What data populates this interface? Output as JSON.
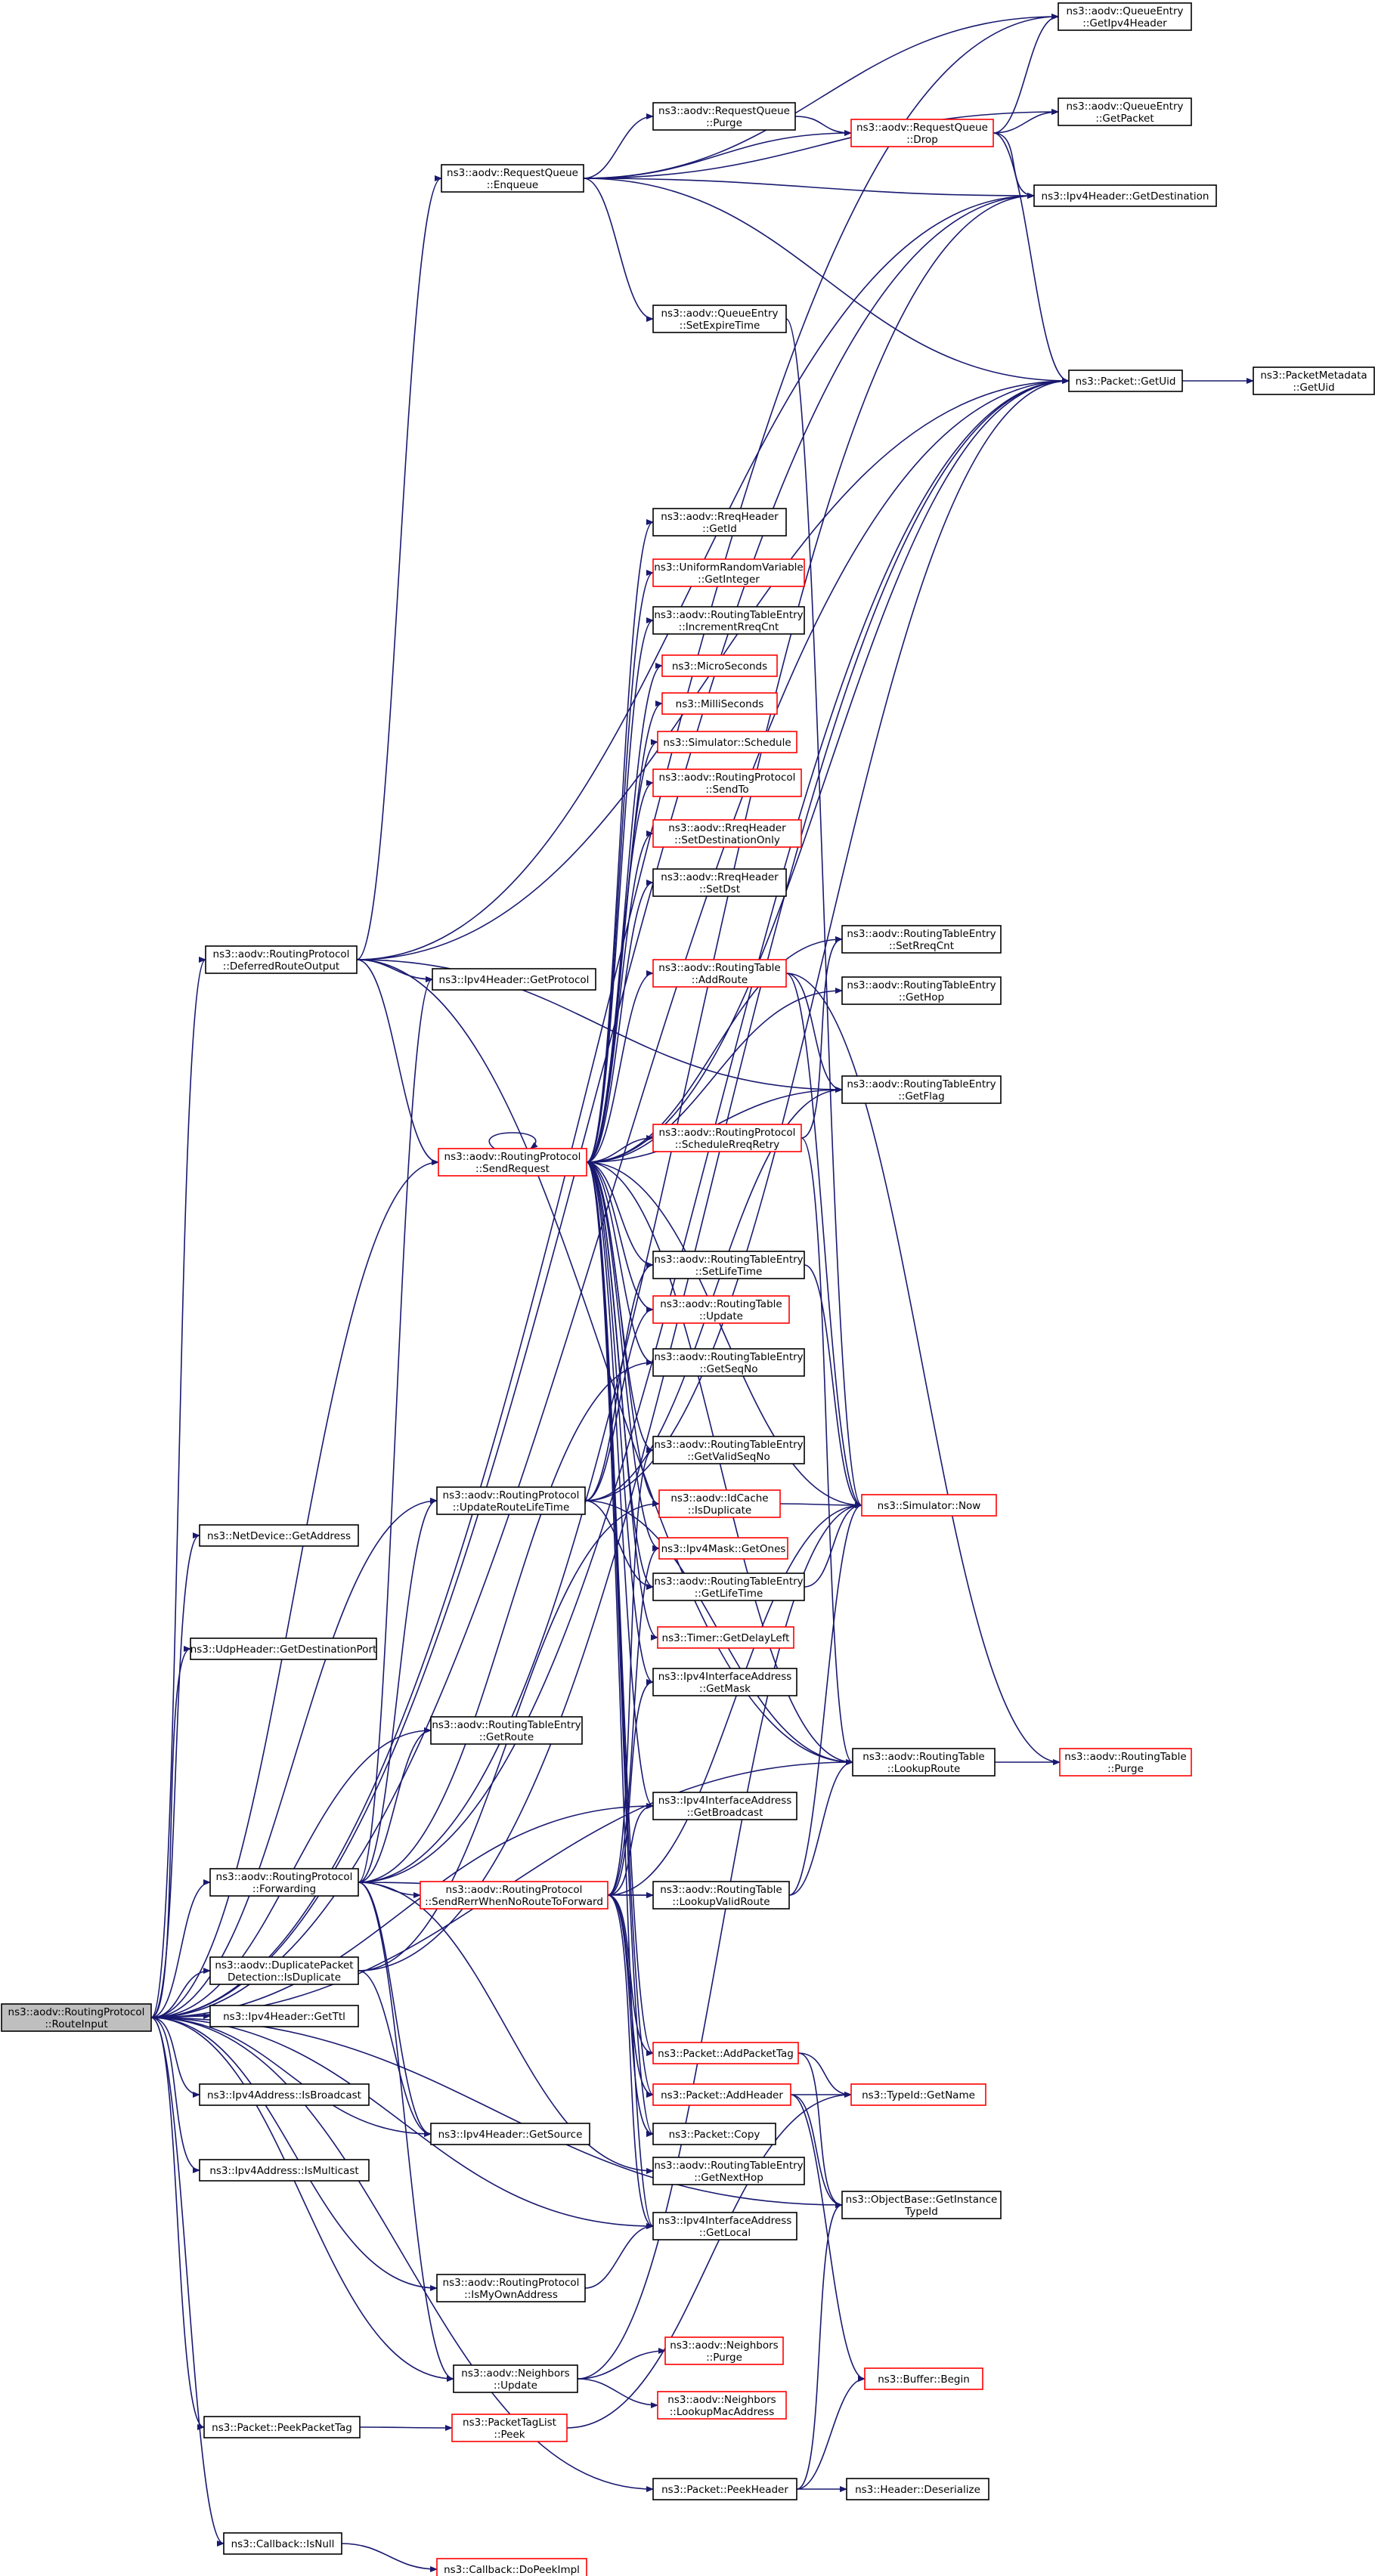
{
  "colors": {
    "edge": "#191970",
    "node_border": "#000000",
    "red_border": "#ff0000",
    "root_fill": "#bfbfbf",
    "node_fill": "#ffffff"
  },
  "graph": {
    "nodes": [
      {
        "id": "root",
        "lines": [
          "ns3::aodv::RoutingProtocol",
          "::RouteInput"
        ],
        "kind": "root"
      },
      {
        "id": "drOut",
        "lines": [
          "ns3::aodv::RoutingProtocol",
          "::DeferredRouteOutput"
        ],
        "kind": "normal"
      },
      {
        "id": "rqEnq",
        "lines": [
          "ns3::aodv::RequestQueue",
          "::Enqueue"
        ],
        "kind": "normal"
      },
      {
        "id": "rqPurge",
        "lines": [
          "ns3::aodv::RequestQueue",
          "::Purge"
        ],
        "kind": "normal"
      },
      {
        "id": "rqDrop",
        "lines": [
          "ns3::aodv::RequestQueue",
          "::Drop"
        ],
        "kind": "red"
      },
      {
        "id": "qeIpv4",
        "lines": [
          "ns3::aodv::QueueEntry",
          "::GetIpv4Header"
        ],
        "kind": "normal"
      },
      {
        "id": "qePkt",
        "lines": [
          "ns3::aodv::QueueEntry",
          "::GetPacket"
        ],
        "kind": "normal"
      },
      {
        "id": "ipv4Dst",
        "lines": [
          "ns3::Ipv4Header::GetDestination"
        ],
        "kind": "normal"
      },
      {
        "id": "qeExp",
        "lines": [
          "ns3::aodv::QueueEntry",
          "::SetExpireTime"
        ],
        "kind": "normal"
      },
      {
        "id": "pktUid",
        "lines": [
          "ns3::Packet::GetUid"
        ],
        "kind": "normal"
      },
      {
        "id": "pmUid",
        "lines": [
          "ns3::PacketMetadata",
          "::GetUid"
        ],
        "kind": "normal"
      },
      {
        "id": "rreqId",
        "lines": [
          "ns3::aodv::RreqHeader",
          "::GetId"
        ],
        "kind": "normal"
      },
      {
        "id": "urvInt",
        "lines": [
          "ns3::UniformRandomVariable",
          "::GetInteger"
        ],
        "kind": "red"
      },
      {
        "id": "rteInc",
        "lines": [
          "ns3::aodv::RoutingTableEntry",
          "::IncrementRreqCnt"
        ],
        "kind": "normal"
      },
      {
        "id": "micro",
        "lines": [
          "ns3::MicroSeconds"
        ],
        "kind": "red"
      },
      {
        "id": "milli",
        "lines": [
          "ns3::MilliSeconds"
        ],
        "kind": "red"
      },
      {
        "id": "simSched",
        "lines": [
          "ns3::Simulator::Schedule"
        ],
        "kind": "red"
      },
      {
        "id": "rpSendTo",
        "lines": [
          "ns3::aodv::RoutingProtocol",
          "::SendTo"
        ],
        "kind": "red"
      },
      {
        "id": "rreqSetDO",
        "lines": [
          "ns3::aodv::RreqHeader",
          "::SetDestinationOnly"
        ],
        "kind": "red"
      },
      {
        "id": "rreqSetDst",
        "lines": [
          "ns3::aodv::RreqHeader",
          "::SetDst"
        ],
        "kind": "normal"
      },
      {
        "id": "ipv4Proto",
        "lines": [
          "ns3::Ipv4Header::GetProtocol"
        ],
        "kind": "normal"
      },
      {
        "id": "rtAdd",
        "lines": [
          "ns3::aodv::RoutingTable",
          "::AddRoute"
        ],
        "kind": "red"
      },
      {
        "id": "rteSetRreq",
        "lines": [
          "ns3::aodv::RoutingTableEntry",
          "::SetRreqCnt"
        ],
        "kind": "normal"
      },
      {
        "id": "rteGetHop",
        "lines": [
          "ns3::aodv::RoutingTableEntry",
          "::GetHop"
        ],
        "kind": "normal"
      },
      {
        "id": "rteGetFlag",
        "lines": [
          "ns3::aodv::RoutingTableEntry",
          "::GetFlag"
        ],
        "kind": "normal"
      },
      {
        "id": "rpSendReq",
        "lines": [
          "ns3::aodv::RoutingProtocol",
          "::SendRequest"
        ],
        "kind": "red"
      },
      {
        "id": "rpSched",
        "lines": [
          "ns3::aodv::RoutingProtocol",
          "::ScheduleRreqRetry"
        ],
        "kind": "red"
      },
      {
        "id": "rteSetLT",
        "lines": [
          "ns3::aodv::RoutingTableEntry",
          "::SetLifeTime"
        ],
        "kind": "normal"
      },
      {
        "id": "rtUpdate",
        "lines": [
          "ns3::aodv::RoutingTable",
          "::Update"
        ],
        "kind": "red"
      },
      {
        "id": "rteSeq",
        "lines": [
          "ns3::aodv::RoutingTableEntry",
          "::GetSeqNo"
        ],
        "kind": "normal"
      },
      {
        "id": "rteValid",
        "lines": [
          "ns3::aodv::RoutingTableEntry",
          "::GetValidSeqNo"
        ],
        "kind": "normal"
      },
      {
        "id": "netAddr",
        "lines": [
          "ns3::NetDevice::GetAddress"
        ],
        "kind": "normal"
      },
      {
        "id": "rpUpdLT",
        "lines": [
          "ns3::aodv::RoutingProtocol",
          "::UpdateRouteLifeTime"
        ],
        "kind": "normal"
      },
      {
        "id": "idDup",
        "lines": [
          "ns3::aodv::IdCache",
          "::IsDuplicate"
        ],
        "kind": "red"
      },
      {
        "id": "simNow",
        "lines": [
          "ns3::Simulator::Now"
        ],
        "kind": "red"
      },
      {
        "id": "maskOnes",
        "lines": [
          "ns3::Ipv4Mask::GetOnes"
        ],
        "kind": "red"
      },
      {
        "id": "rteGetLT",
        "lines": [
          "ns3::aodv::RoutingTableEntry",
          "::GetLifeTime"
        ],
        "kind": "normal"
      },
      {
        "id": "udpPort",
        "lines": [
          "ns3::UdpHeader::GetDestinationPort"
        ],
        "kind": "normal"
      },
      {
        "id": "timerDL",
        "lines": [
          "ns3::Timer::GetDelayLeft"
        ],
        "kind": "red"
      },
      {
        "id": "iaMask",
        "lines": [
          "ns3::Ipv4InterfaceAddress",
          "::GetMask"
        ],
        "kind": "normal"
      },
      {
        "id": "rteRoute",
        "lines": [
          "ns3::aodv::RoutingTableEntry",
          "::GetRoute"
        ],
        "kind": "normal"
      },
      {
        "id": "rtLookup",
        "lines": [
          "ns3::aodv::RoutingTable",
          "::LookupRoute"
        ],
        "kind": "normal"
      },
      {
        "id": "rtPurge",
        "lines": [
          "ns3::aodv::RoutingTable",
          "::Purge"
        ],
        "kind": "red"
      },
      {
        "id": "iaBcast",
        "lines": [
          "ns3::Ipv4InterfaceAddress",
          "::GetBroadcast"
        ],
        "kind": "normal"
      },
      {
        "id": "rpFwd",
        "lines": [
          "ns3::aodv::RoutingProtocol",
          "::Forwarding"
        ],
        "kind": "normal"
      },
      {
        "id": "rpSendRerr",
        "lines": [
          "ns3::aodv::RoutingProtocol",
          "::SendRerrWhenNoRouteToForward"
        ],
        "kind": "red"
      },
      {
        "id": "rtLookupV",
        "lines": [
          "ns3::aodv::RoutingTable",
          "::LookupValidRoute"
        ],
        "kind": "normal"
      },
      {
        "id": "dupPkt",
        "lines": [
          "ns3::aodv::DuplicatePacket",
          "Detection::IsDuplicate"
        ],
        "kind": "normal"
      },
      {
        "id": "ipv4Ttl",
        "lines": [
          "ns3::Ipv4Header::GetTtl"
        ],
        "kind": "normal"
      },
      {
        "id": "pktAddTag",
        "lines": [
          "ns3::Packet::AddPacketTag"
        ],
        "kind": "red"
      },
      {
        "id": "pktAddHdr",
        "lines": [
          "ns3::Packet::AddHeader"
        ],
        "kind": "red"
      },
      {
        "id": "typeName",
        "lines": [
          "ns3::TypeId::GetName"
        ],
        "kind": "red"
      },
      {
        "id": "addrBcast",
        "lines": [
          "ns3::Ipv4Address::IsBroadcast"
        ],
        "kind": "normal"
      },
      {
        "id": "ipv4Src",
        "lines": [
          "ns3::Ipv4Header::GetSource"
        ],
        "kind": "normal"
      },
      {
        "id": "pktCopy",
        "lines": [
          "ns3::Packet::Copy"
        ],
        "kind": "normal"
      },
      {
        "id": "addrMcast",
        "lines": [
          "ns3::Ipv4Address::IsMulticast"
        ],
        "kind": "normal"
      },
      {
        "id": "rteNext",
        "lines": [
          "ns3::aodv::RoutingTableEntry",
          "::GetNextHop"
        ],
        "kind": "normal"
      },
      {
        "id": "objType",
        "lines": [
          "ns3::ObjectBase::GetInstance",
          "TypeId"
        ],
        "kind": "normal"
      },
      {
        "id": "iaLocal",
        "lines": [
          "ns3::Ipv4InterfaceAddress",
          "::GetLocal"
        ],
        "kind": "normal"
      },
      {
        "id": "rpOwn",
        "lines": [
          "ns3::aodv::RoutingProtocol",
          "::IsMyOwnAddress"
        ],
        "kind": "normal"
      },
      {
        "id": "nbPurge",
        "lines": [
          "ns3::aodv::Neighbors",
          "::Purge"
        ],
        "kind": "red"
      },
      {
        "id": "nbUpdate",
        "lines": [
          "ns3::aodv::Neighbors",
          "::Update"
        ],
        "kind": "normal"
      },
      {
        "id": "bufBegin",
        "lines": [
          "ns3::Buffer::Begin"
        ],
        "kind": "red"
      },
      {
        "id": "nbLookup",
        "lines": [
          "ns3::aodv::Neighbors",
          "::LookupMacAddress"
        ],
        "kind": "red"
      },
      {
        "id": "peekTag",
        "lines": [
          "ns3::Packet::PeekPacketTag"
        ],
        "kind": "normal"
      },
      {
        "id": "ptlPeek",
        "lines": [
          "ns3::PacketTagList",
          "::Peek"
        ],
        "kind": "red"
      },
      {
        "id": "peekHdr",
        "lines": [
          "ns3::Packet::PeekHeader"
        ],
        "kind": "normal"
      },
      {
        "id": "hdrDeser",
        "lines": [
          "ns3::Header::Deserialize"
        ],
        "kind": "normal"
      },
      {
        "id": "cbNull",
        "lines": [
          "ns3::Callback::IsNull"
        ],
        "kind": "normal"
      },
      {
        "id": "cbPeek",
        "lines": [
          "ns3::Callback::DoPeekImpl"
        ],
        "kind": "red"
      }
    ],
    "edges": [
      [
        "root",
        "qeIpv4"
      ],
      [
        "root",
        "ipv4Dst"
      ],
      [
        "root",
        "drOut"
      ],
      [
        "root",
        "netAddr"
      ],
      [
        "root",
        "udpPort"
      ],
      [
        "root",
        "rpUpdLT"
      ],
      [
        "root",
        "rteRoute"
      ],
      [
        "root",
        "rpFwd"
      ],
      [
        "root",
        "dupPkt"
      ],
      [
        "root",
        "ipv4Ttl"
      ],
      [
        "root",
        "addrBcast"
      ],
      [
        "root",
        "ipv4Src"
      ],
      [
        "root",
        "addrMcast"
      ],
      [
        "root",
        "iaLocal"
      ],
      [
        "root",
        "rpOwn"
      ],
      [
        "root",
        "nbUpdate"
      ],
      [
        "root",
        "peekTag"
      ],
      [
        "root",
        "peekHdr"
      ],
      [
        "root",
        "cbNull"
      ],
      [
        "root",
        "rtLookup"
      ],
      [
        "root",
        "iaBcast"
      ],
      [
        "root",
        "pktUid"
      ],
      [
        "root",
        "objType"
      ],
      [
        "root",
        "rpSendReq"
      ],
      [
        "drOut",
        "rqEnq"
      ],
      [
        "drOut",
        "ipv4Dst"
      ],
      [
        "drOut",
        "pktUid"
      ],
      [
        "drOut",
        "ipv4Proto"
      ],
      [
        "drOut",
        "rteGetFlag"
      ],
      [
        "drOut",
        "rpSendReq"
      ],
      [
        "drOut",
        "rtLookup"
      ],
      [
        "rqEnq",
        "qeIpv4"
      ],
      [
        "rqEnq",
        "qePkt"
      ],
      [
        "rqEnq",
        "rqPurge"
      ],
      [
        "rqEnq",
        "rqDrop"
      ],
      [
        "rqEnq",
        "ipv4Dst"
      ],
      [
        "rqEnq",
        "qeExp"
      ],
      [
        "rqEnq",
        "pktUid"
      ],
      [
        "rqPurge",
        "rqDrop"
      ],
      [
        "rqDrop",
        "qeIpv4"
      ],
      [
        "rqDrop",
        "qePkt"
      ],
      [
        "rqDrop",
        "ipv4Dst"
      ],
      [
        "rqDrop",
        "pktUid"
      ],
      [
        "qeExp",
        "simNow"
      ],
      [
        "pktUid",
        "pmUid"
      ],
      [
        "rpSendReq",
        "rreqId"
      ],
      [
        "rpSendReq",
        "urvInt"
      ],
      [
        "rpSendReq",
        "rteInc"
      ],
      [
        "rpSendReq",
        "micro"
      ],
      [
        "rpSendReq",
        "milli"
      ],
      [
        "rpSendReq",
        "simSched"
      ],
      [
        "rpSendReq",
        "rpSendTo"
      ],
      [
        "rpSendReq",
        "rreqSetDO"
      ],
      [
        "rpSendReq",
        "rreqSetDst"
      ],
      [
        "rpSendReq",
        "rtAdd"
      ],
      [
        "rpSendReq",
        "rteSetRreq"
      ],
      [
        "rpSendReq",
        "rteGetHop"
      ],
      [
        "rpSendReq",
        "rteGetFlag"
      ],
      [
        "rpSendReq",
        "rpSched"
      ],
      [
        "rpSendReq",
        "rteSetLT"
      ],
      [
        "rpSendReq",
        "rtUpdate"
      ],
      [
        "rpSendReq",
        "rteSeq"
      ],
      [
        "rpSendReq",
        "rteValid"
      ],
      [
        "rpSendReq",
        "idDup"
      ],
      [
        "rpSendReq",
        "maskOnes"
      ],
      [
        "rpSendReq",
        "rteGetLT"
      ],
      [
        "rpSendReq",
        "timerDL"
      ],
      [
        "rpSendReq",
        "iaMask"
      ],
      [
        "rpSendReq",
        "iaBcast"
      ],
      [
        "rpSendReq",
        "pktAddTag"
      ],
      [
        "rpSendReq",
        "pktAddHdr"
      ],
      [
        "rpSendReq",
        "pktCopy"
      ],
      [
        "rpSendReq",
        "iaLocal"
      ],
      [
        "rpSendReq",
        "rtLookup"
      ],
      [
        "rpSendReq",
        "simNow"
      ],
      [
        "rpSendReq",
        "pktUid"
      ],
      [
        "rpSendReq",
        "rpSendReq"
      ],
      [
        "rtAdd",
        "rtPurge"
      ],
      [
        "rtAdd",
        "rteGetFlag"
      ],
      [
        "rtAdd",
        "simNow"
      ],
      [
        "rpSched",
        "rteSetRreq"
      ],
      [
        "rpSched",
        "rtLookup"
      ],
      [
        "rteSetLT",
        "simNow"
      ],
      [
        "idDup",
        "simNow"
      ],
      [
        "rteGetLT",
        "simNow"
      ],
      [
        "rpUpdLT",
        "rteSetLT"
      ],
      [
        "rpUpdLT",
        "rteGetFlag"
      ],
      [
        "rpUpdLT",
        "rteGetLT"
      ],
      [
        "rpUpdLT",
        "rtLookup"
      ],
      [
        "rpUpdLT",
        "rtUpdate"
      ],
      [
        "rpUpdLT",
        "pktUid"
      ],
      [
        "rtLookup",
        "rtPurge"
      ],
      [
        "rtLookupV",
        "rtLookup"
      ],
      [
        "rtLookupV",
        "simNow"
      ],
      [
        "rpFwd",
        "rteRoute"
      ],
      [
        "rpFwd",
        "rpSendRerr"
      ],
      [
        "rpFwd",
        "rtLookupV"
      ],
      [
        "rpFwd",
        "ipv4Dst"
      ],
      [
        "rpFwd",
        "ipv4Src"
      ],
      [
        "rpFwd",
        "rteNext"
      ],
      [
        "rpFwd",
        "nbUpdate"
      ],
      [
        "rpFwd",
        "rpUpdLT"
      ],
      [
        "rpFwd",
        "ipv4Proto"
      ],
      [
        "rpFwd",
        "pktUid"
      ],
      [
        "rpFwd",
        "rteSeq"
      ],
      [
        "rpSendRerr",
        "pktAddTag"
      ],
      [
        "rpSendRerr",
        "pktAddHdr"
      ],
      [
        "rpSendRerr",
        "pktCopy"
      ],
      [
        "rpSendRerr",
        "iaLocal"
      ],
      [
        "rpSendRerr",
        "iaBcast"
      ],
      [
        "rpSendRerr",
        "iaMask"
      ],
      [
        "rpSendRerr",
        "maskOnes"
      ],
      [
        "rpSendRerr",
        "rtLookupV"
      ],
      [
        "rpSendRerr",
        "rteValid"
      ],
      [
        "rpSendRerr",
        "simNow"
      ],
      [
        "dupPkt",
        "pktUid"
      ],
      [
        "dupPkt",
        "ipv4Src"
      ],
      [
        "dupPkt",
        "idDup"
      ],
      [
        "pktAddTag",
        "typeName"
      ],
      [
        "pktAddTag",
        "objType"
      ],
      [
        "pktAddHdr",
        "typeName"
      ],
      [
        "pktAddHdr",
        "objType"
      ],
      [
        "pktAddHdr",
        "bufBegin"
      ],
      [
        "rpOwn",
        "iaLocal"
      ],
      [
        "nbUpdate",
        "nbPurge"
      ],
      [
        "nbUpdate",
        "nbLookup"
      ],
      [
        "nbUpdate",
        "simNow"
      ],
      [
        "peekTag",
        "ptlPeek"
      ],
      [
        "ptlPeek",
        "typeName"
      ],
      [
        "peekHdr",
        "hdrDeser"
      ],
      [
        "peekHdr",
        "objType"
      ],
      [
        "peekHdr",
        "bufBegin"
      ],
      [
        "cbNull",
        "cbPeek"
      ]
    ]
  }
}
